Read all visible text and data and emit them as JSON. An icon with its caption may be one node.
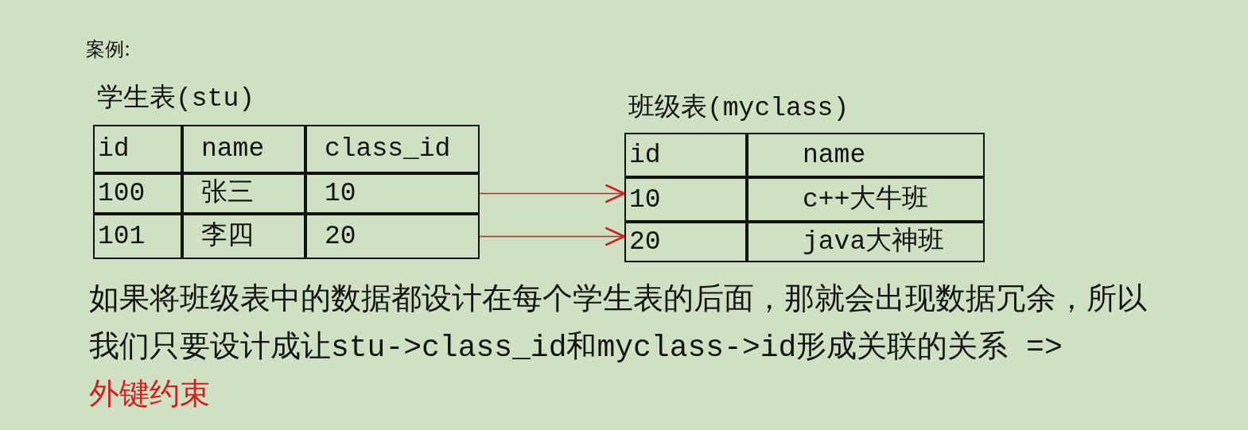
{
  "diagram": {
    "title": "案例:",
    "nodes": [
      {
        "text": [
          "学生表(stu)"
        ]
      },
      {
        "text": [
          "id"
        ],
        "in": 0
      },
      {
        "text": [
          "name"
        ],
        "in": 0
      },
      {
        "text": [
          "class_id"
        ],
        "in": 0
      },
      {
        "text": [
          "100"
        ],
        "in": 0
      },
      {
        "text": [
          "张三"
        ],
        "in": 0
      },
      {
        "text": [
          "10"
        ],
        "in": 0
      },
      {
        "text": [
          "101"
        ],
        "in": 0
      },
      {
        "text": [
          "李四"
        ],
        "in": 0
      },
      {
        "text": [
          "20"
        ],
        "in": 0
      },
      {
        "text": [
          "班级表(myclass)"
        ]
      },
      {
        "text": [
          "id"
        ],
        "in": 10
      },
      {
        "text": [
          "name"
        ],
        "in": 10
      },
      {
        "text": [
          "10"
        ],
        "in": 10
      },
      {
        "text": [
          "c++大牛班"
        ],
        "in": 10
      },
      {
        "text": [
          "20"
        ],
        "in": 10
      },
      {
        "text": [
          "java大神班"
        ],
        "in": 10
      }
    ],
    "edges": [
      {
        "from": 6,
        "to": 13,
        "arrow": "to"
      },
      {
        "from": 9,
        "to": 15,
        "arrow": "to"
      }
    ],
    "labels": [
      "如果将班级表中的数据都设计在每个学生表的后面，那就会出现数据冗余，所以我们只要设计成让stu->class_id和myclass->id形成关联的关系 =>",
      "外键约束"
    ]
  }
}
